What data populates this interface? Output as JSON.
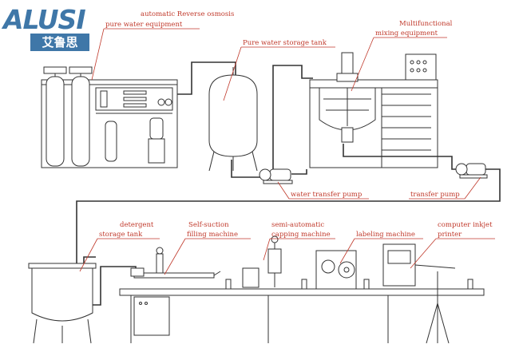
{
  "brand": {
    "name": "ALUSI",
    "chinese_name": "艾鲁思",
    "brand_color": "#3f77a8",
    "label_color": "#c0392b"
  },
  "labels": {
    "reverse_osmosis_1": "automatic Reverse osmosis",
    "reverse_osmosis_2": "pure water equipment",
    "storage_tank": "Pure water storage tank",
    "mixer_1": "Multifunctional",
    "mixer_2": "mixing equipment",
    "water_pump": "water transfer pump",
    "transfer_pump": "transfer pump",
    "detergent_1": "detergent",
    "detergent_2": "storage tank",
    "filling_1": "Self-suction",
    "filling_2": "filling machine",
    "capping_1": "semi-automatic",
    "capping_2": "capping machine",
    "labeling": "labeling machine",
    "printer_1": "computer inkjet",
    "printer_2": "printer"
  }
}
